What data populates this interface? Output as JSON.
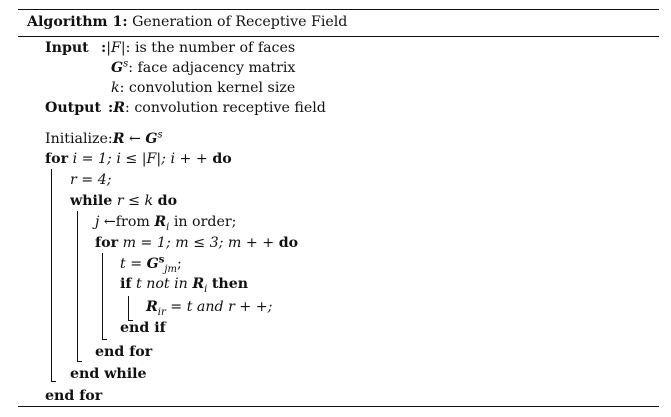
{
  "algorithm": {
    "label": "Algorithm 1:",
    "title": "Generation of Receptive Field"
  },
  "io": {
    "input_label": "Input",
    "output_label": "Output",
    "colon": ":",
    "inputs": [
      {
        "symbol": "|F|",
        "desc": ": is the number of faces"
      },
      {
        "symbol": "G",
        "sup": "s",
        "desc": ": face adjacency matrix"
      },
      {
        "symbol": "k",
        "desc": ": convolution kernel size"
      }
    ],
    "output": {
      "symbol": "R",
      "desc": ": convolution receptive field"
    }
  },
  "code": {
    "init_text": "Initialize:",
    "init_lhs": "R",
    "arrow": "←",
    "init_rhs": "G",
    "init_rhs_sup": "s",
    "for_kw": "for",
    "for_cond": "i = 1; i ≤ |F|; i + + ",
    "do_kw": "do",
    "r_init": "r = 4;",
    "while_kw": "while",
    "while_cond": "r ≤ k ",
    "j_var": "j",
    "j_text": "←from ",
    "j_R": "R",
    "j_R_sub": "i",
    "j_tail": " in order;",
    "for2_cond": "m = 1; m ≤ 3; m + + ",
    "t_lhs": "t = ",
    "t_G": "G",
    "t_G_sup": "s",
    "t_G_sub": "jm",
    "t_tail": ";",
    "if_kw": "if",
    "if_t": "t",
    "if_not_in": "not in",
    "if_R": "R",
    "if_R_sub": "i",
    "then_kw": "then",
    "assign_R": "R",
    "assign_sub": "ir",
    "assign_text": " = t and r + +;",
    "end_if": "end if",
    "end_for": "end for",
    "end_while": "end while"
  }
}
